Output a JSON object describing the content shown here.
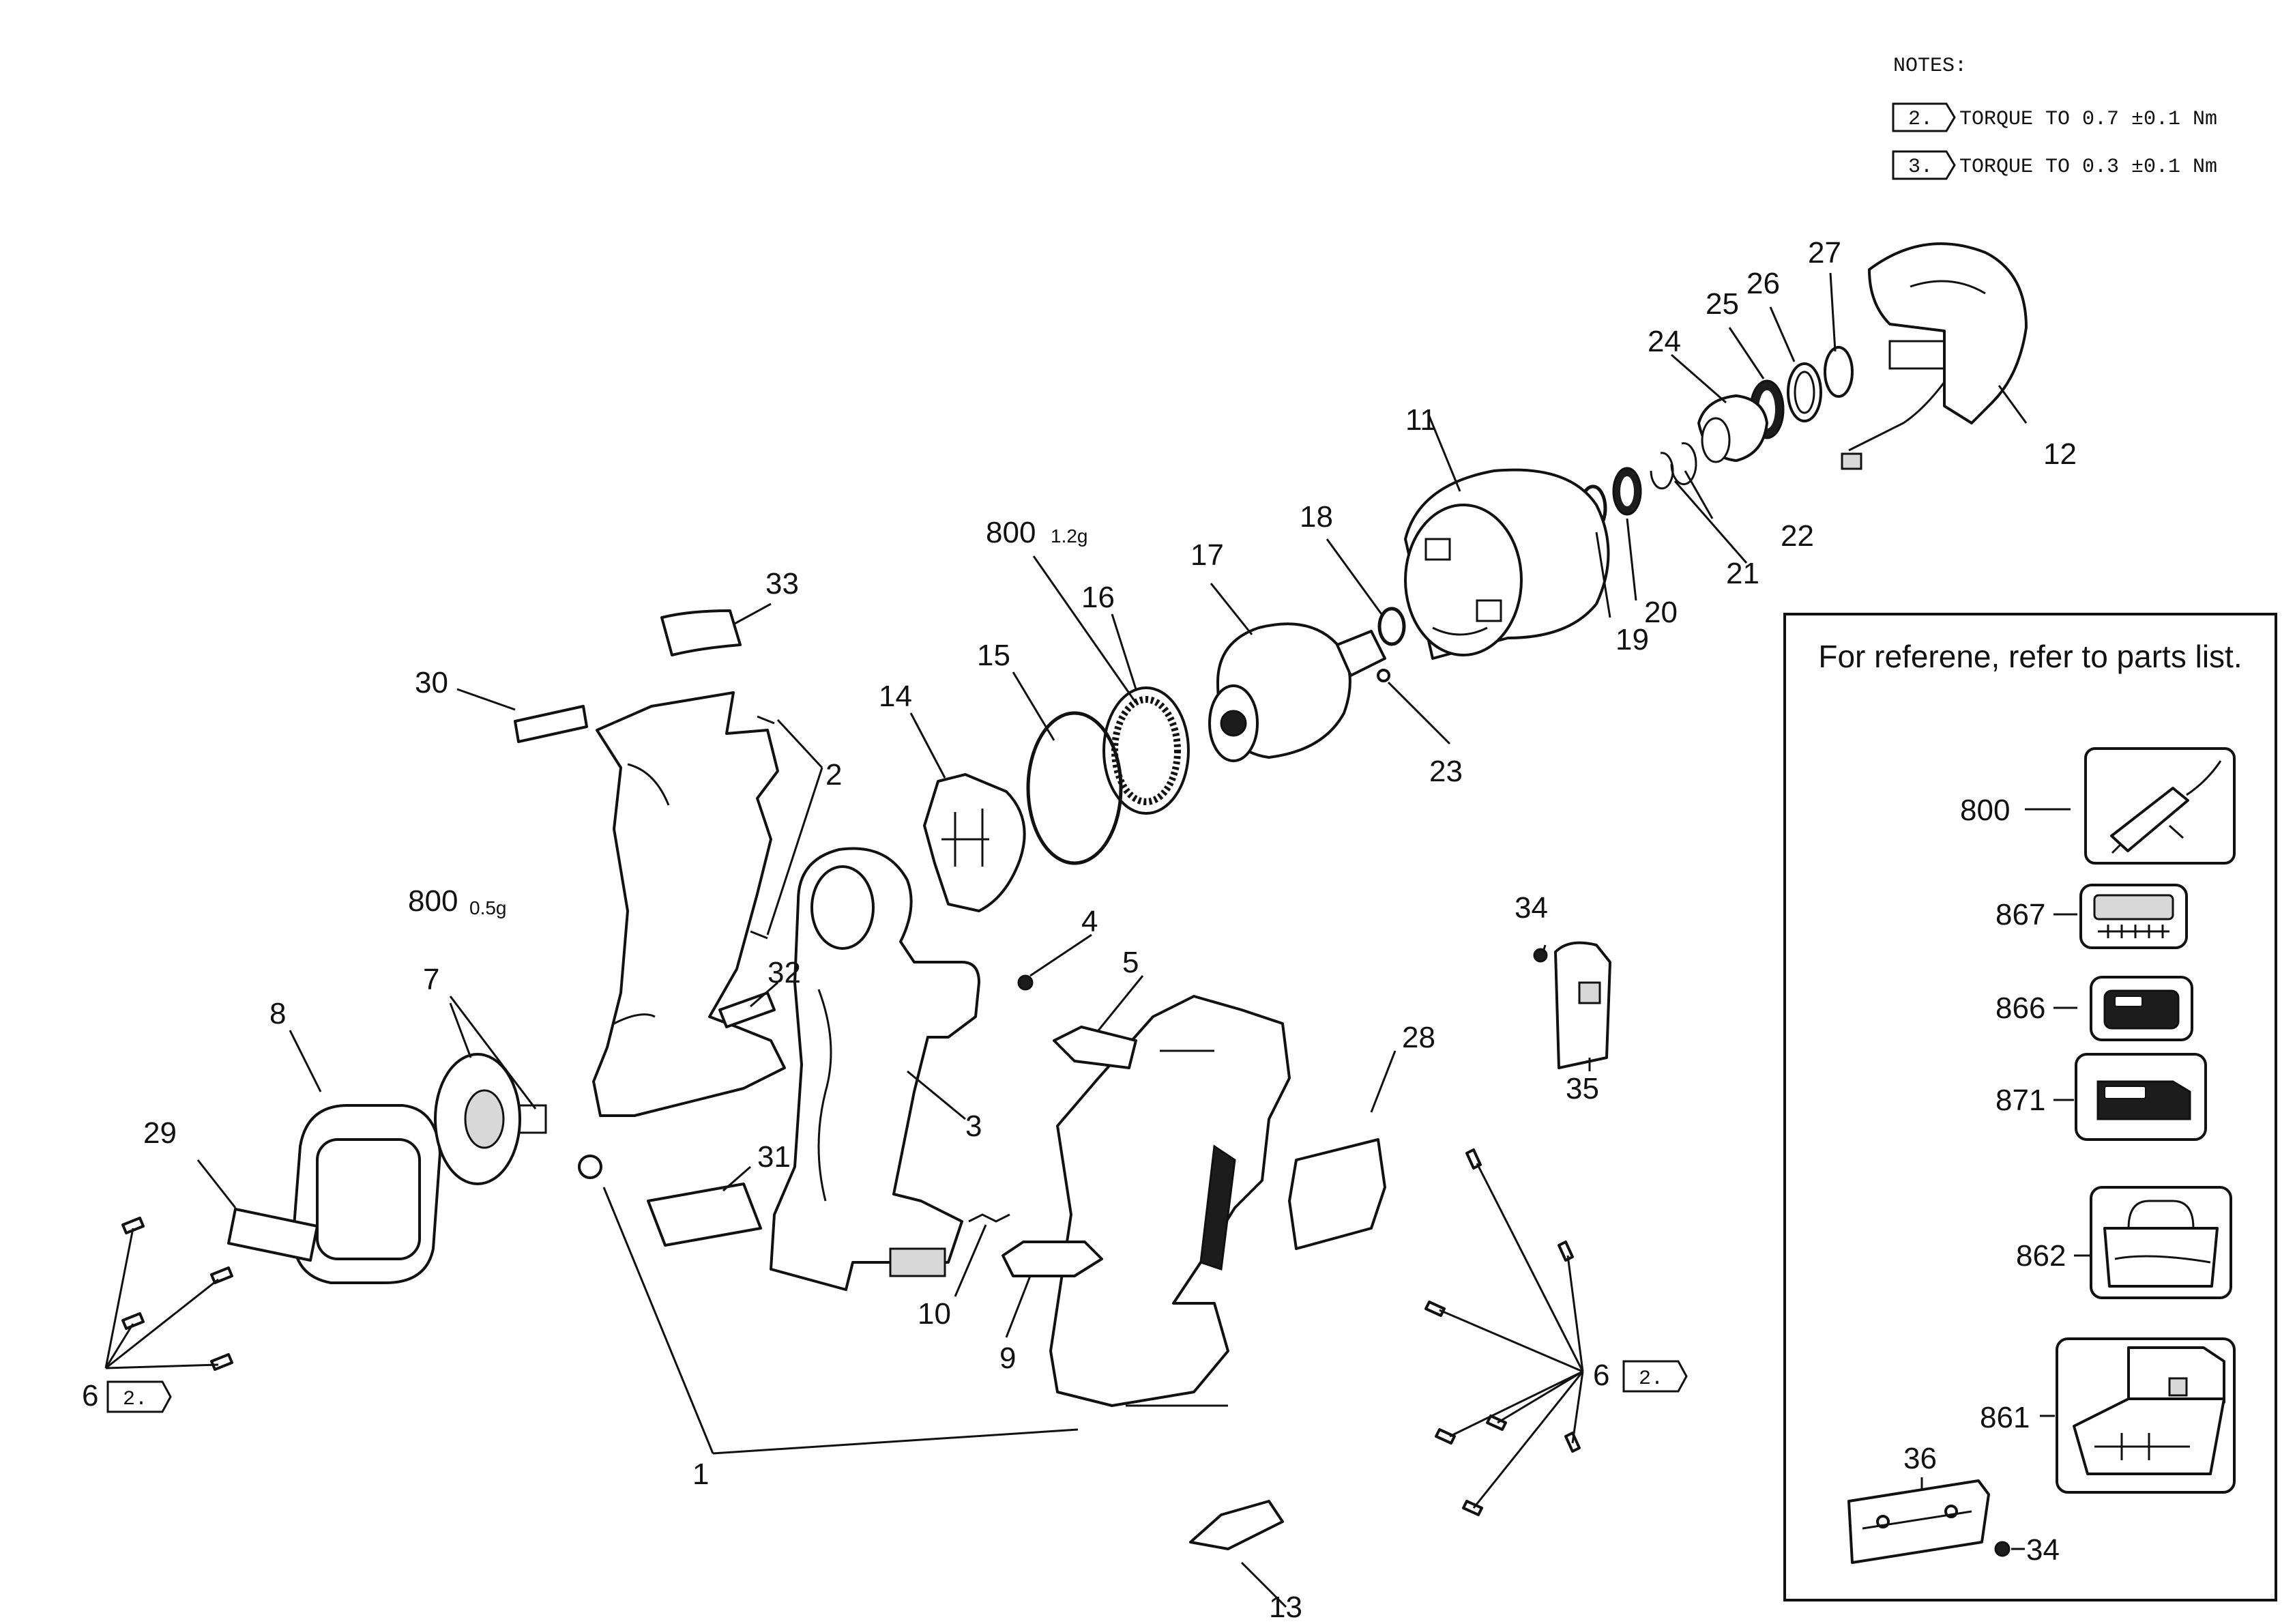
{
  "notes": {
    "title": "NOTES:",
    "items": [
      {
        "tag": "2.",
        "text": "TORQUE TO 0.7 ±0.1 Nm"
      },
      {
        "tag": "3.",
        "text": "TORQUE TO 0.3 ±0.1 Nm"
      }
    ]
  },
  "reference_box": {
    "title": "For referene, refer to parts list.",
    "items": [
      "800",
      "867",
      "866",
      "871",
      "862",
      "861",
      "36",
      "34"
    ]
  },
  "callouts": {
    "p1": "1",
    "p2": "2",
    "p3": "3",
    "p4": "4",
    "p5": "5",
    "p6a": "6",
    "p6b": "6",
    "p6a_tag": "2.",
    "p6b_tag": "2.",
    "p7": "7",
    "p8": "8",
    "p9": "9",
    "p10": "10",
    "p11": "11",
    "p12": "12",
    "p13": "13",
    "p14": "14",
    "p15": "15",
    "p16": "16",
    "p17": "17",
    "p18": "18",
    "p19": "19",
    "p20": "20",
    "p21": "21",
    "p22": "22",
    "p23": "23",
    "p24": "24",
    "p25": "25",
    "p26": "26",
    "p27": "27",
    "p28": "28",
    "p29": "29",
    "p30": "30",
    "p31": "31",
    "p32": "32",
    "p33": "33",
    "p34": "34",
    "p35": "35",
    "p800a": "800",
    "p800a_qty": "1.2g",
    "p800b": "800",
    "p800b_qty": "0.5g"
  },
  "colors": {
    "ink": "#111111",
    "paper": "#ffffff"
  }
}
